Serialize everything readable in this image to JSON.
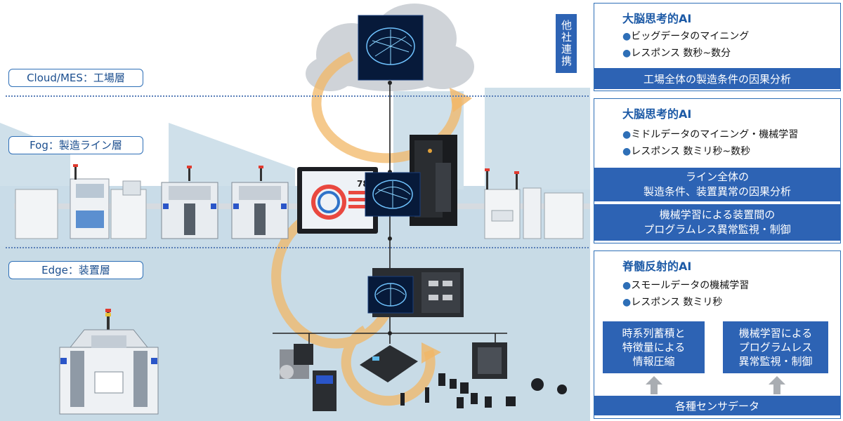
{
  "layers": {
    "cloud": "Cloud/MES：工場層",
    "fog": "Fog：製造ライン層",
    "edge": "Edge：装置層"
  },
  "partner_tag": "他社連携",
  "panels": {
    "cloud": {
      "title": "大脳思考的AI",
      "bullets": [
        "ビッグデータのマイニング",
        "レスポンス 数秒~数分"
      ],
      "bar": "工場全体の製造条件の因果分析"
    },
    "fog": {
      "title": "大脳思考的AI",
      "bullets": [
        "ミドルデータのマイニング・機械学習",
        "レスポンス 数ミリ秒~数秒"
      ],
      "bar1_line1": "ライン全体の",
      "bar1_line2": "製造条件、装置異常の因果分析",
      "bar2_line1": "機械学習による装置間の",
      "bar2_line2": "プログラムレス異常監視・制御"
    },
    "edge": {
      "title": "脊髄反射的AI",
      "bullets": [
        "スモールデータの機械学習",
        "レスポンス 数ミリ秒"
      ],
      "box_left": [
        "時系列蓄積と",
        "特徴量による",
        "情報圧縮"
      ],
      "box_right": [
        "機械学習による",
        "プログラムレス",
        "異常監視・制御"
      ],
      "bottom_bar": "各種センサデータ"
    }
  },
  "hmi_value": "78",
  "colors": {
    "accent": "#2d63b4",
    "frame": "#2e6fb7",
    "bg_band": "#c9dce8",
    "loop_arrow": "#f2b766"
  }
}
